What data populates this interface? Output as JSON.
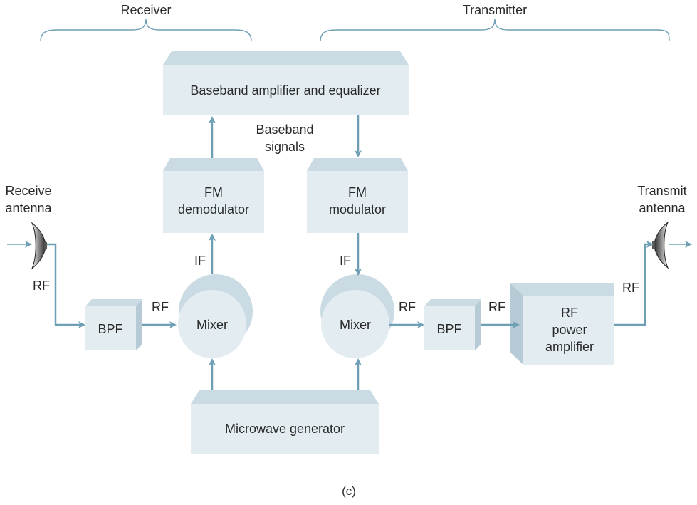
{
  "sections": {
    "receiver_label": "Receiver",
    "transmitter_label": "Transmitter"
  },
  "blocks": {
    "baseband_amp": "Baseband amplifier and equalizer",
    "fm_demod_line1": "FM",
    "fm_demod_line2": "demodulator",
    "fm_mod_line1": "FM",
    "fm_mod_line2": "modulator",
    "mixer_rx": "Mixer",
    "mixer_tx": "Mixer",
    "bpf_rx": "BPF",
    "bpf_tx": "BPF",
    "rf_amp_line1": "RF",
    "rf_amp_line2": "power",
    "rf_amp_line3": "amplifier",
    "microwave_gen": "Microwave generator"
  },
  "signals": {
    "baseband_line1": "Baseband",
    "baseband_line2": "signals",
    "receive_antenna_line1": "Receive",
    "receive_antenna_line2": "antenna",
    "transmit_antenna_line1": "Transmit",
    "transmit_antenna_line2": "antenna",
    "rf_rx_in": "RF",
    "rf_rx_bpf_out": "RF",
    "if_rx": "IF",
    "if_tx": "IF",
    "rf_tx_mixer_out": "RF",
    "rf_tx_bpf_out": "RF",
    "rf_tx_out": "RF"
  },
  "caption": "(c)",
  "colors": {
    "box_face": "#e3ecf1",
    "box_top": "#cbdbe4",
    "box_side": "#b7cbd7",
    "arrow": "#6f9fb4"
  }
}
